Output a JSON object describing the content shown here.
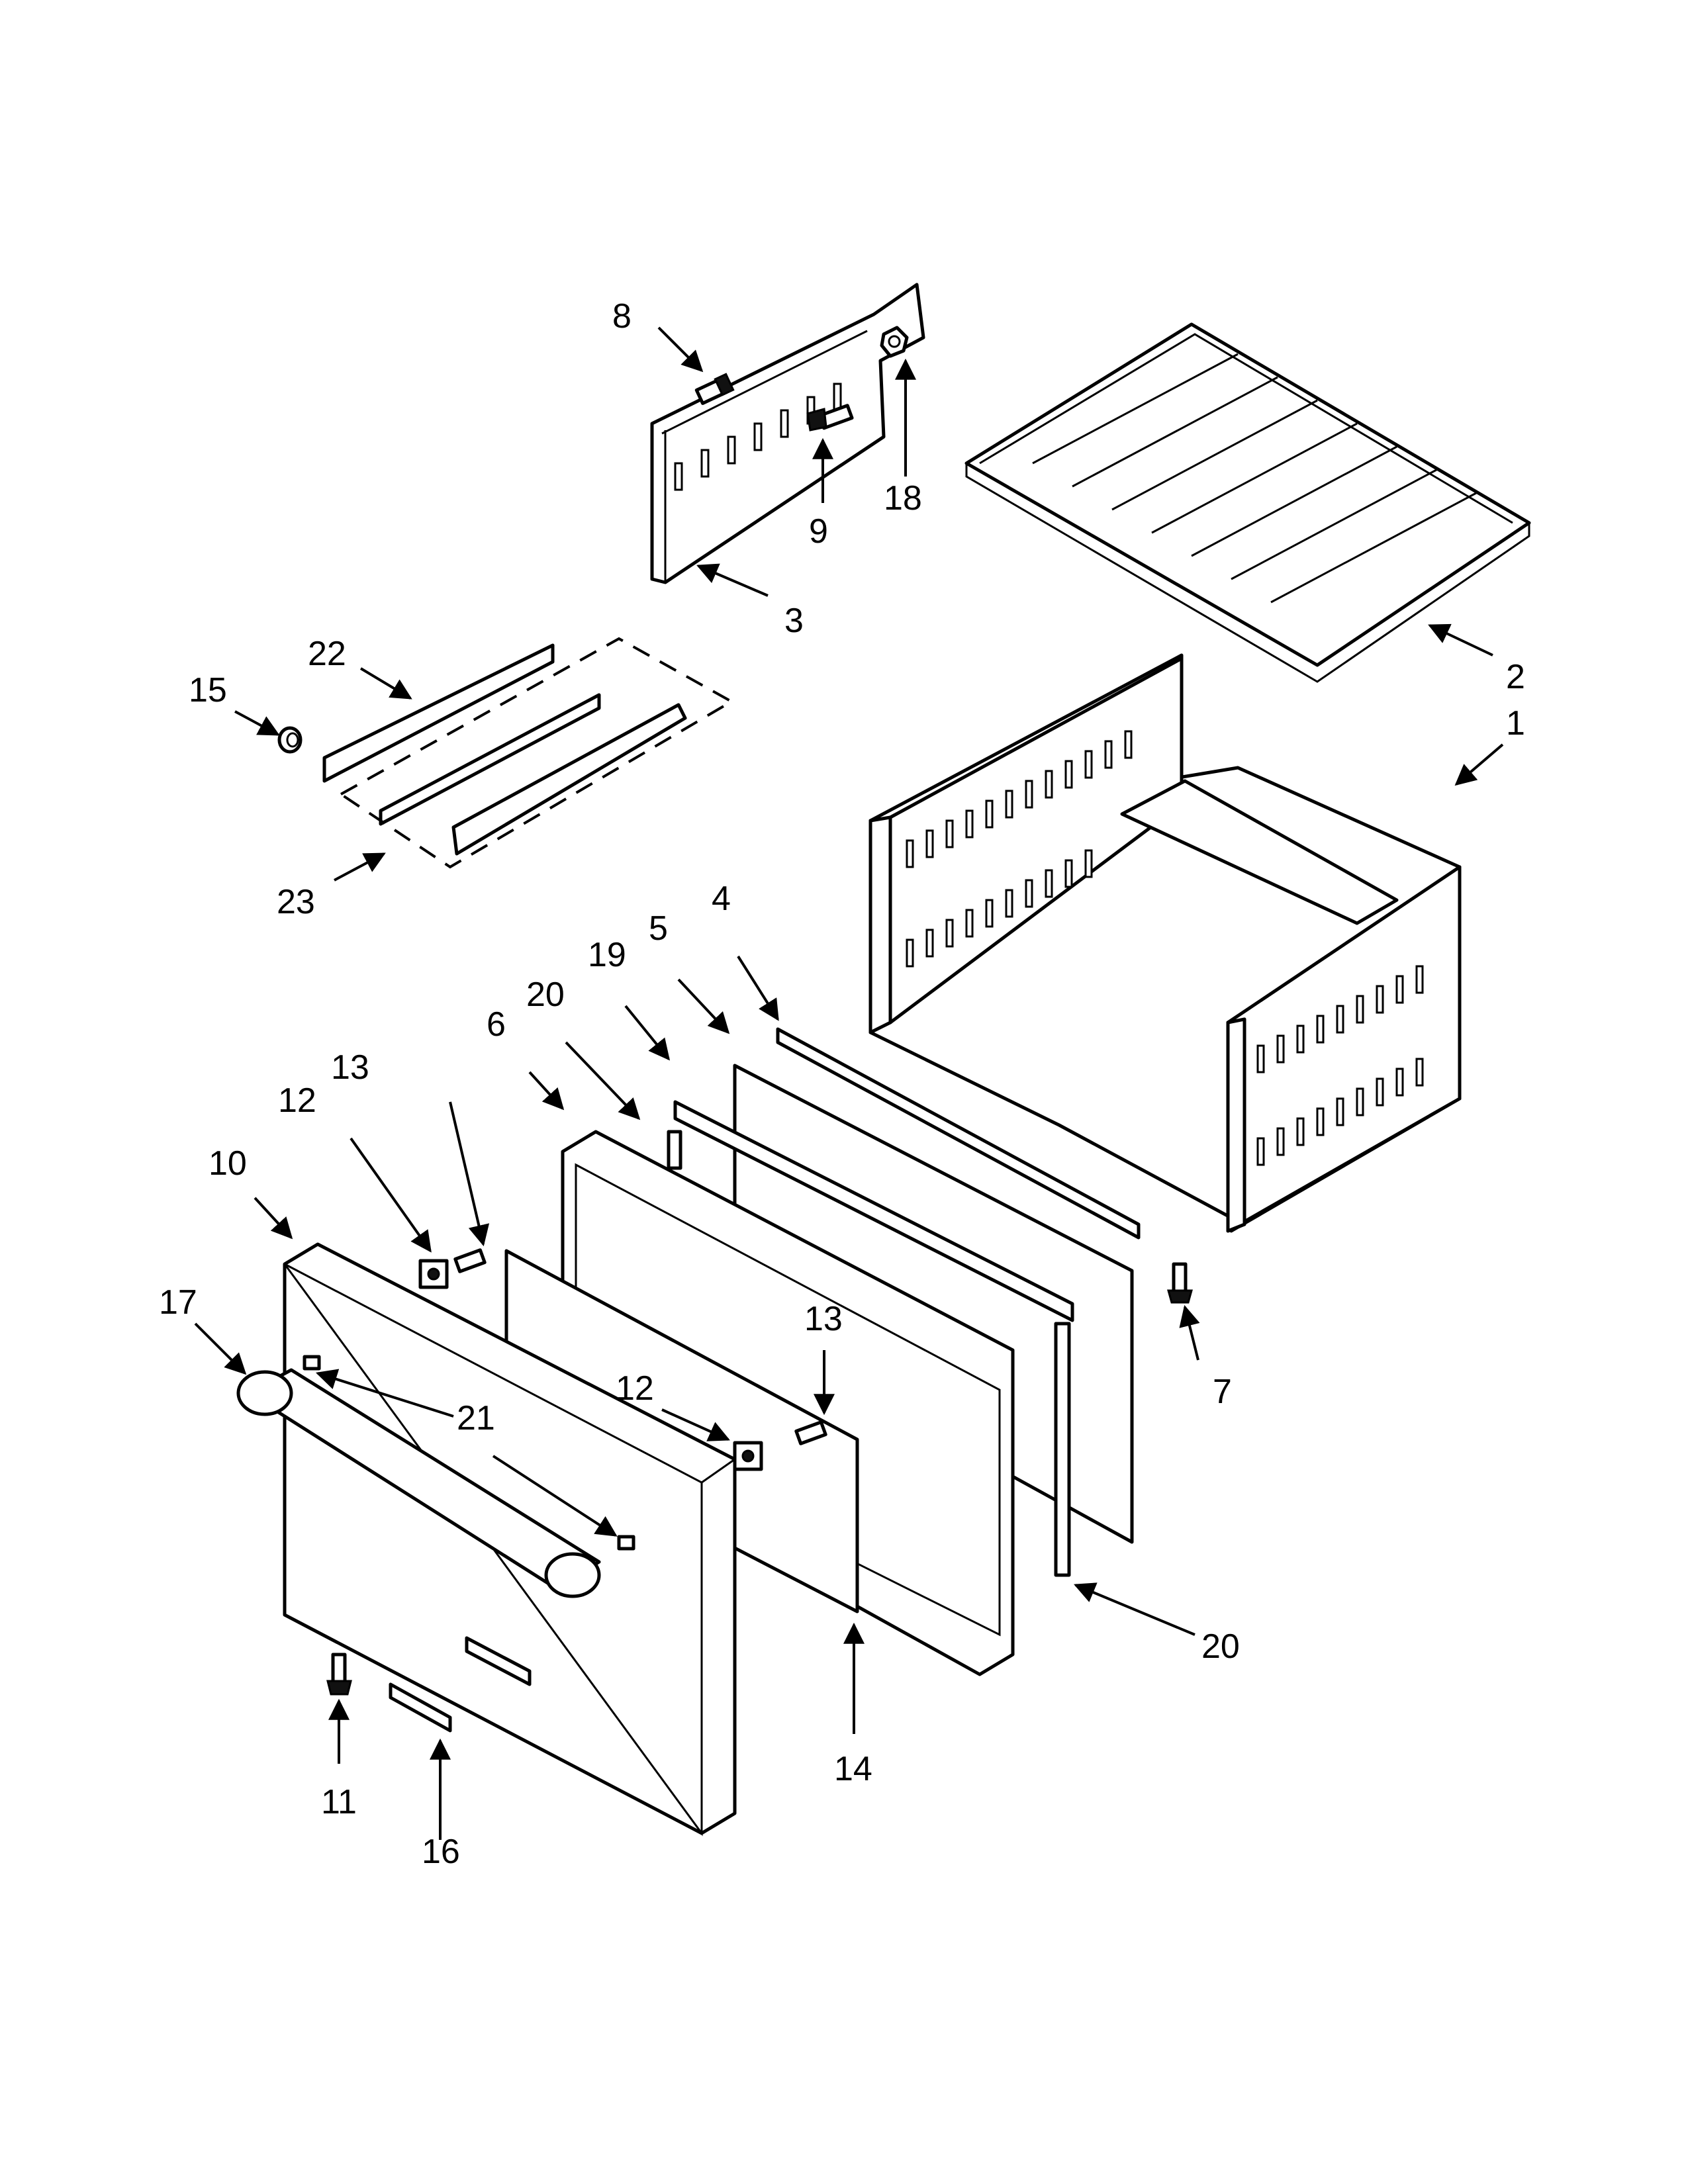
{
  "callouts": [
    {
      "id": "c1",
      "text": "1"
    },
    {
      "id": "c2",
      "text": "2"
    },
    {
      "id": "c3",
      "text": "3"
    },
    {
      "id": "c4",
      "text": "4"
    },
    {
      "id": "c5",
      "text": "5"
    },
    {
      "id": "c6",
      "text": "6"
    },
    {
      "id": "c7",
      "text": "7"
    },
    {
      "id": "c8",
      "text": "8"
    },
    {
      "id": "c9",
      "text": "9"
    },
    {
      "id": "c10",
      "text": "10"
    },
    {
      "id": "c11",
      "text": "11"
    },
    {
      "id": "c12a",
      "text": "12"
    },
    {
      "id": "c12b",
      "text": "12"
    },
    {
      "id": "c13a",
      "text": "13"
    },
    {
      "id": "c13b",
      "text": "13"
    },
    {
      "id": "c14",
      "text": "14"
    },
    {
      "id": "c15",
      "text": "15"
    },
    {
      "id": "c16",
      "text": "16"
    },
    {
      "id": "c17",
      "text": "17"
    },
    {
      "id": "c18",
      "text": "18"
    },
    {
      "id": "c19",
      "text": "19"
    },
    {
      "id": "c20a",
      "text": "20"
    },
    {
      "id": "c20b",
      "text": "20"
    },
    {
      "id": "c21",
      "text": "21"
    },
    {
      "id": "c22",
      "text": "22"
    },
    {
      "id": "c23",
      "text": "23"
    }
  ]
}
